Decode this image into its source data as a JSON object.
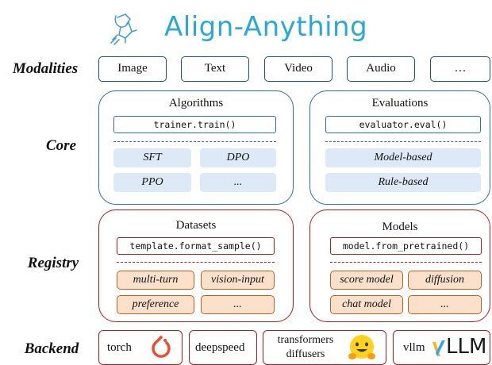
{
  "title": "Align-Anything",
  "colors": {
    "title": "#2aa8d8",
    "core_border": "#2f6fa3",
    "registry_border": "#b51a1a",
    "core_chip": "#dde9f6",
    "registry_chip": "#fbe0cc",
    "torch_orange": "#ee4c2c"
  },
  "icons": [
    "rocket-hand-logo-icon",
    "pytorch-flame-icon",
    "hugging-face-icon",
    "vllm-logo-icon"
  ],
  "rows": {
    "modalities": "Modalities",
    "core": "Core",
    "registry": "Registry",
    "backend": "Backend"
  },
  "modalities": [
    "Image",
    "Text",
    "Video",
    "Audio",
    "…"
  ],
  "core": {
    "algorithms": {
      "title": "Algorithms",
      "code": "trainer.train()",
      "items": [
        "SFT",
        "DPO",
        "PPO",
        "..."
      ]
    },
    "evaluations": {
      "title": "Evaluations",
      "code": "evaluator.eval()",
      "items": [
        "Model-based",
        "Rule-based"
      ]
    }
  },
  "registry": {
    "datasets": {
      "title": "Datasets",
      "code": "template.format_sample()",
      "items": [
        "multi-turn",
        "vision-input",
        "preference",
        "..."
      ]
    },
    "models": {
      "title": "Models",
      "code": "model.from_pretrained()",
      "items": [
        "score model",
        "diffusion",
        "chat model",
        "..."
      ]
    }
  },
  "backend": {
    "torch": "torch",
    "deepspeed": "deepspeed",
    "transformers": "transformers",
    "diffusers": "diffusers",
    "vllm_prefix": "vllm",
    "vllm_logo": "LLM"
  }
}
